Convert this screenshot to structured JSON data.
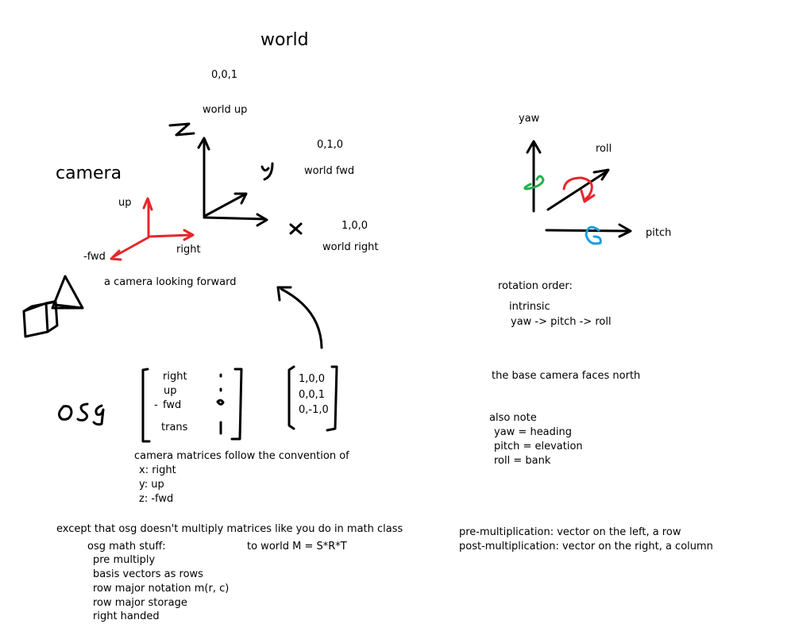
{
  "world": {
    "title": "world",
    "up_coord": "0,0,1",
    "up_label": "world up",
    "fwd_coord": "0,1,0",
    "fwd_label": "world fwd",
    "right_coord": "1,0,0",
    "right_label": "world right"
  },
  "camera": {
    "title": "camera",
    "up_label": "up",
    "fwd_label": "-fwd",
    "right_label": "right",
    "caption": "a camera looking forward"
  },
  "osg_matrix": {
    "rows": [
      "right",
      "up",
      "fwd",
      "trans"
    ],
    "fwd_prefix": "-",
    "values": [
      "1,0,0",
      "0,0,1",
      "0,-1,0"
    ]
  },
  "convention": {
    "heading": "camera matrices follow the convention of",
    "lines": [
      "x: right",
      "y: up",
      "z: -fwd"
    ]
  },
  "math_notes": {
    "except": "except that osg doesn't multiply matrices like you do in math class",
    "stuff_heading": "osg math stuff:",
    "to_world": "to world M = S*R*T",
    "items": [
      "pre multiply",
      "basis vectors as rows",
      "row major notation m(r, c)",
      "row major storage",
      "right handed"
    ]
  },
  "rotation": {
    "yaw": "yaw",
    "roll": "roll",
    "pitch": "pitch",
    "order_heading": "rotation order:",
    "intrinsic": "intrinsic",
    "order": "yaw -> pitch -> roll",
    "base_camera": "the base camera faces north",
    "also_note": "also note",
    "notes": [
      "yaw = heading",
      "pitch = elevation",
      "roll = bank"
    ]
  },
  "multiplication": {
    "pre": "pre-multiplication: vector on the left, a row",
    "post": "post-multiplication: vector on the right, a column"
  },
  "colors": {
    "red": "#e8262a",
    "green": "#22b14c",
    "blue": "#1a9fe0",
    "ink": "#000000"
  }
}
